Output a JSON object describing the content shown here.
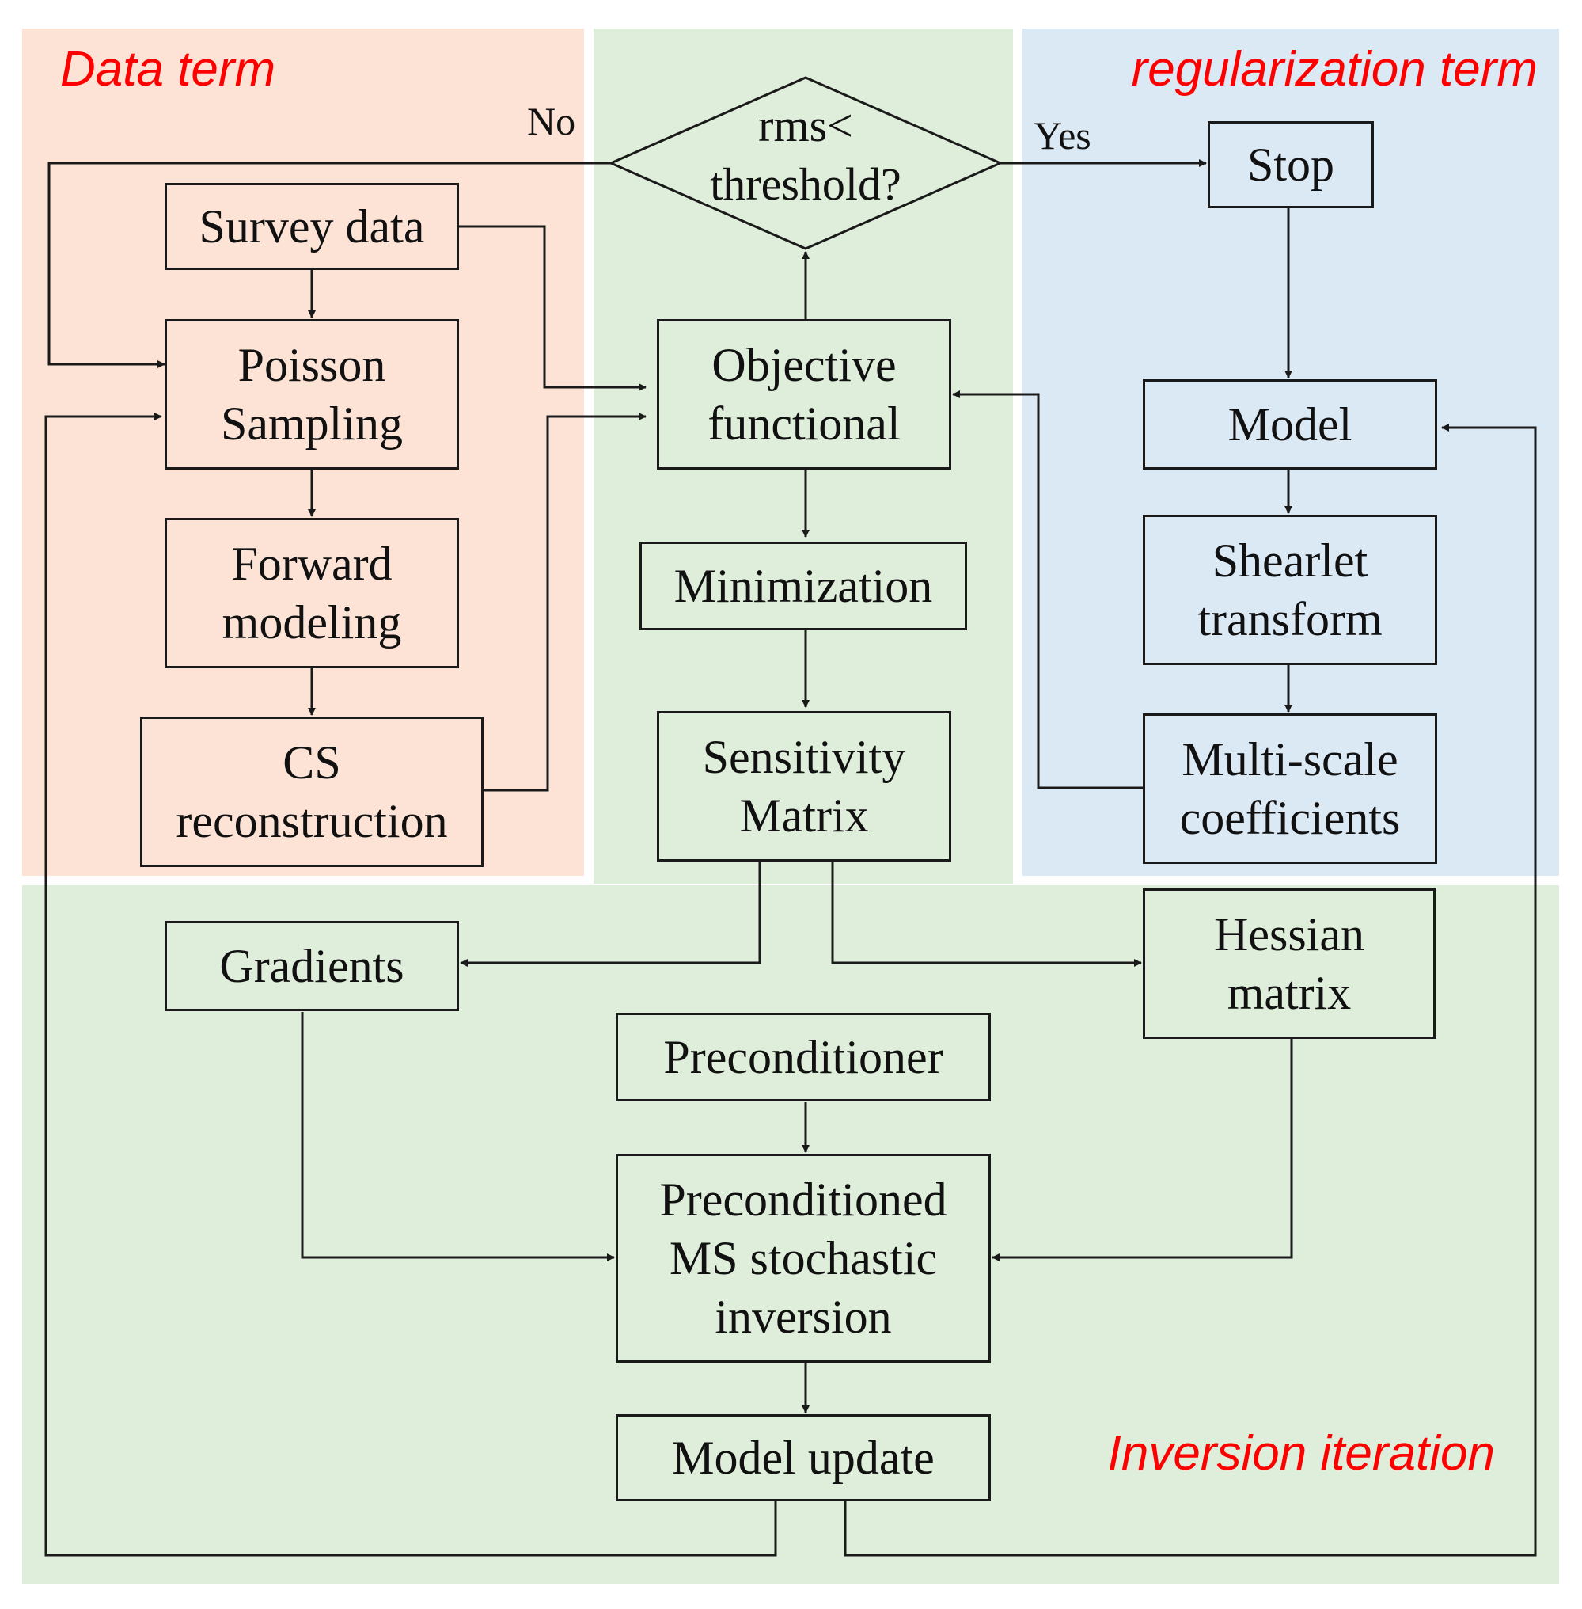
{
  "colors": {
    "data_term_bg": "#fde3d6",
    "inversion_bg": "#dfeeda",
    "regularization_bg": "#dbe9f5",
    "region_label": "#ff0000",
    "line": "#1a1a1a"
  },
  "regions": {
    "data_term": "Data term",
    "regularization_term": "regularization term",
    "inversion_iteration": "Inversion iteration"
  },
  "decision": {
    "text": "rms<\nthreshold?",
    "no_label": "No",
    "yes_label": "Yes"
  },
  "boxes": {
    "stop": "Stop",
    "survey_data": "Survey data",
    "poisson_sampling": "Poisson\nSampling",
    "forward_modeling": "Forward\nmodeling",
    "cs_reconstruction": "CS\nreconstruction",
    "objective_functional": "Objective\nfunctional",
    "minimization": "Minimization",
    "sensitivity_matrix": "Sensitivity\nMatrix",
    "model": "Model",
    "shearlet_transform": "Shearlet\ntransform",
    "multiscale_coefficients": "Multi-scale\ncoefficients",
    "gradients": "Gradients",
    "hessian_matrix": "Hessian\nmatrix",
    "preconditioner": "Preconditioner",
    "preconditioned_ms": "Preconditioned\nMS stochastic\ninversion",
    "model_update": "Model update"
  }
}
